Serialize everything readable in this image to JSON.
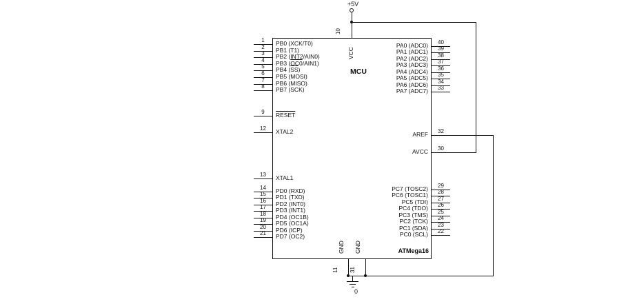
{
  "diagram": {
    "mcu_label": "MCU",
    "chip_name": "ATMega16",
    "power": {
      "label": "+5V"
    },
    "ground": {
      "label": "0"
    },
    "top_pin": {
      "number": "10",
      "label": "VCC"
    },
    "bottom_pins": [
      {
        "number": "11",
        "label": "GND"
      },
      {
        "number": "31",
        "label": "GND"
      }
    ],
    "left_pins": [
      {
        "number": "1",
        "label": "PB0 (XCK/T0)"
      },
      {
        "number": "2",
        "label": "PB1 (T1)"
      },
      {
        "number": "3",
        "label": "PB2 (INT2/AIN0)"
      },
      {
        "number": "4",
        "label": "PB3 (OC0/AIN1)",
        "overline": "OC0"
      },
      {
        "number": "5",
        "label": "PB4 (SS)",
        "overline": "SS"
      },
      {
        "number": "6",
        "label": "PB5 (MOSI)"
      },
      {
        "number": "7",
        "label": "PB6 (MISO)"
      },
      {
        "number": "8",
        "label": "PB7 (SCK)"
      },
      {
        "number": "9",
        "label": "RESET",
        "overline": "RESET"
      },
      {
        "number": "12",
        "label": "XTAL2"
      },
      {
        "number": "13",
        "label": "XTAL1"
      },
      {
        "number": "14",
        "label": "PD0 (RXD)"
      },
      {
        "number": "15",
        "label": "PD1 (TXD)"
      },
      {
        "number": "16",
        "label": "PD2 (INT0)"
      },
      {
        "number": "17",
        "label": "PD3 (INT1)"
      },
      {
        "number": "18",
        "label": "PD4 (OC1B)"
      },
      {
        "number": "19",
        "label": "PD5 (OC1A)"
      },
      {
        "number": "20",
        "label": "PD6 (ICP)"
      },
      {
        "number": "21",
        "label": "PD7 (OC2)"
      }
    ],
    "right_pins": [
      {
        "number": "40",
        "label": "PA0 (ADC0)"
      },
      {
        "number": "39",
        "label": "PA1 (ADC1)"
      },
      {
        "number": "38",
        "label": "PA2 (ADC2)"
      },
      {
        "number": "37",
        "label": "PA3 (ADC3)"
      },
      {
        "number": "36",
        "label": "PA4 (ADC4)"
      },
      {
        "number": "35",
        "label": "PA5 (ADC5)"
      },
      {
        "number": "34",
        "label": "PA6 (ADC6)"
      },
      {
        "number": "33",
        "label": "PA7 (ADC7)"
      },
      {
        "number": "32",
        "label": "AREF"
      },
      {
        "number": "30",
        "label": "AVCC"
      },
      {
        "number": "29",
        "label": "PC7 (TOSC2)"
      },
      {
        "number": "28",
        "label": "PC6 (TOSC1)"
      },
      {
        "number": "27",
        "label": "PC5 (TDI)"
      },
      {
        "number": "26",
        "label": "PC4 (TDO)"
      },
      {
        "number": "25",
        "label": "PC3 (TMS)"
      },
      {
        "number": "24",
        "label": "PC2 (TCK)"
      },
      {
        "number": "23",
        "label": "PC1 (SDA)"
      },
      {
        "number": "22",
        "label": "PC0 (SCL)"
      }
    ]
  }
}
